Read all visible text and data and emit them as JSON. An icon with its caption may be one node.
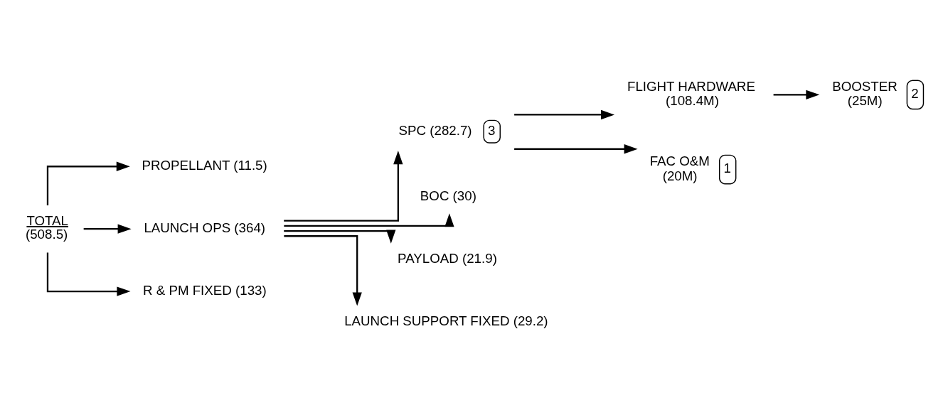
{
  "diagram": {
    "nodes": [
      {
        "text": [
          "TOTAL",
          "(508.5)"
        ]
      },
      {
        "text": [
          "PROPELLANT (11.5)"
        ]
      },
      {
        "text": [
          "LAUNCH OPS (364)"
        ]
      },
      {
        "text": [
          "R & PM FIXED (133)"
        ]
      },
      {
        "text": [
          "SPC (282.7)",
          "3"
        ]
      },
      {
        "text": [
          "BOC (30)"
        ]
      },
      {
        "text": [
          "PAYLOAD (21.9)"
        ]
      },
      {
        "text": [
          "LAUNCH SUPPORT FIXED (29.2)"
        ]
      },
      {
        "text": [
          "FLIGHT HARDWARE",
          "(108.4M)"
        ]
      },
      {
        "text": [
          "FAC O&M",
          "(20M)",
          "1"
        ]
      },
      {
        "text": [
          "BOOSTER",
          "(25M)",
          "2"
        ]
      }
    ],
    "edges": [
      {
        "from": 0,
        "to": 1,
        "arrow": "to"
      },
      {
        "from": 0,
        "to": 2,
        "arrow": "to"
      },
      {
        "from": 0,
        "to": 3,
        "arrow": "to"
      },
      {
        "from": 2,
        "to": 4,
        "arrow": "to"
      },
      {
        "from": 2,
        "to": 5,
        "arrow": "to"
      },
      {
        "from": 2,
        "to": 6,
        "arrow": "to"
      },
      {
        "from": 2,
        "to": 7,
        "arrow": "to"
      },
      {
        "from": 4,
        "to": 8,
        "arrow": "to"
      },
      {
        "from": 4,
        "to": 9,
        "arrow": "to"
      },
      {
        "from": 8,
        "to": 10,
        "arrow": "to"
      }
    ]
  }
}
